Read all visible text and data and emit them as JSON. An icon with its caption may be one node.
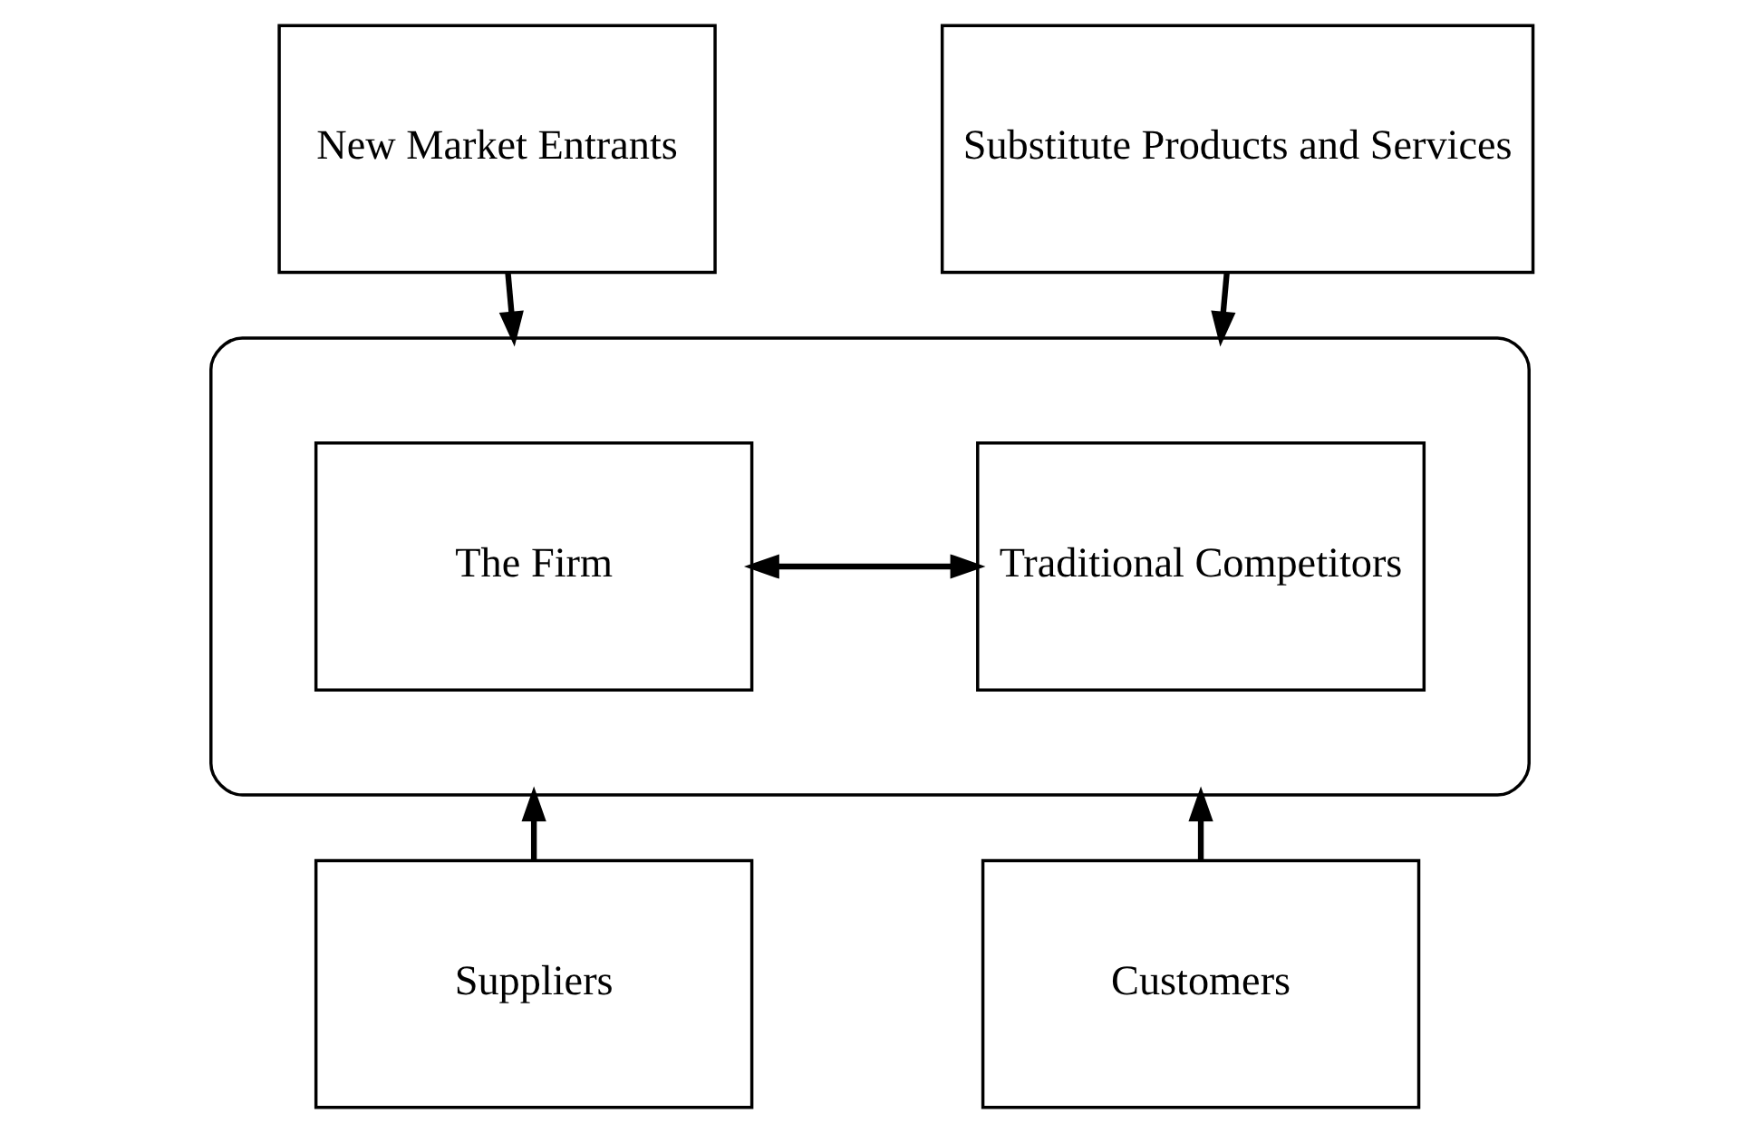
{
  "diagram": {
    "nodes": [
      {
        "text": [
          "New Market Entrants"
        ]
      },
      {
        "text": [
          "Substitute Products and Services"
        ]
      },
      {
        "text": [],
        "shape": "ellipse"
      },
      {
        "text": [
          "The Firm"
        ],
        "in": 2
      },
      {
        "text": [
          "Traditional Competitors"
        ],
        "in": 2
      },
      {
        "text": [
          "Suppliers"
        ]
      },
      {
        "text": [
          "Customers"
        ]
      }
    ],
    "edges": [
      {
        "from": 0,
        "to": 2,
        "arrow": "to"
      },
      {
        "from": 1,
        "to": 2,
        "arrow": "to"
      },
      {
        "from": 3,
        "to": 4,
        "arrow": "both"
      },
      {
        "from": 5,
        "to": 2,
        "arrow": "to"
      },
      {
        "from": 6,
        "to": 2,
        "arrow": "to"
      }
    ]
  }
}
